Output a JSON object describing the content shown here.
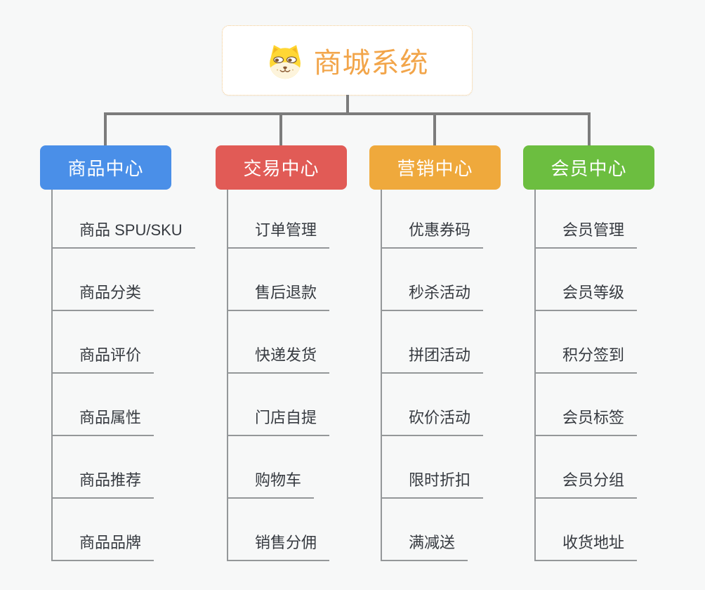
{
  "root": {
    "title": "商城系统",
    "icon": "dog-face-icon"
  },
  "branches": [
    {
      "label": "商品中心",
      "color": "#4A8FE8",
      "items": [
        "商品 SPU/SKU",
        "商品分类",
        "商品评价",
        "商品属性",
        "商品推荐",
        "商品品牌"
      ]
    },
    {
      "label": "交易中心",
      "color": "#E15B56",
      "items": [
        "订单管理",
        "售后退款",
        "快递发货",
        "门店自提",
        "购物车",
        "销售分佣"
      ]
    },
    {
      "label": "营销中心",
      "color": "#EFA93C",
      "items": [
        "优惠券码",
        "秒杀活动",
        "拼团活动",
        "砍价活动",
        "限时折扣",
        "满减送"
      ]
    },
    {
      "label": "会员中心",
      "color": "#6CBE40",
      "items": [
        "会员管理",
        "会员等级",
        "积分签到",
        "会员标签",
        "会员分组",
        "收货地址"
      ]
    }
  ],
  "colors": {
    "canvas_bg": "#F7F8F8",
    "connector": "#7C7C7C",
    "line": "#949799",
    "text": "#363A40",
    "root_accent": "#F2A54A",
    "root_border": "#F4C98A"
  }
}
